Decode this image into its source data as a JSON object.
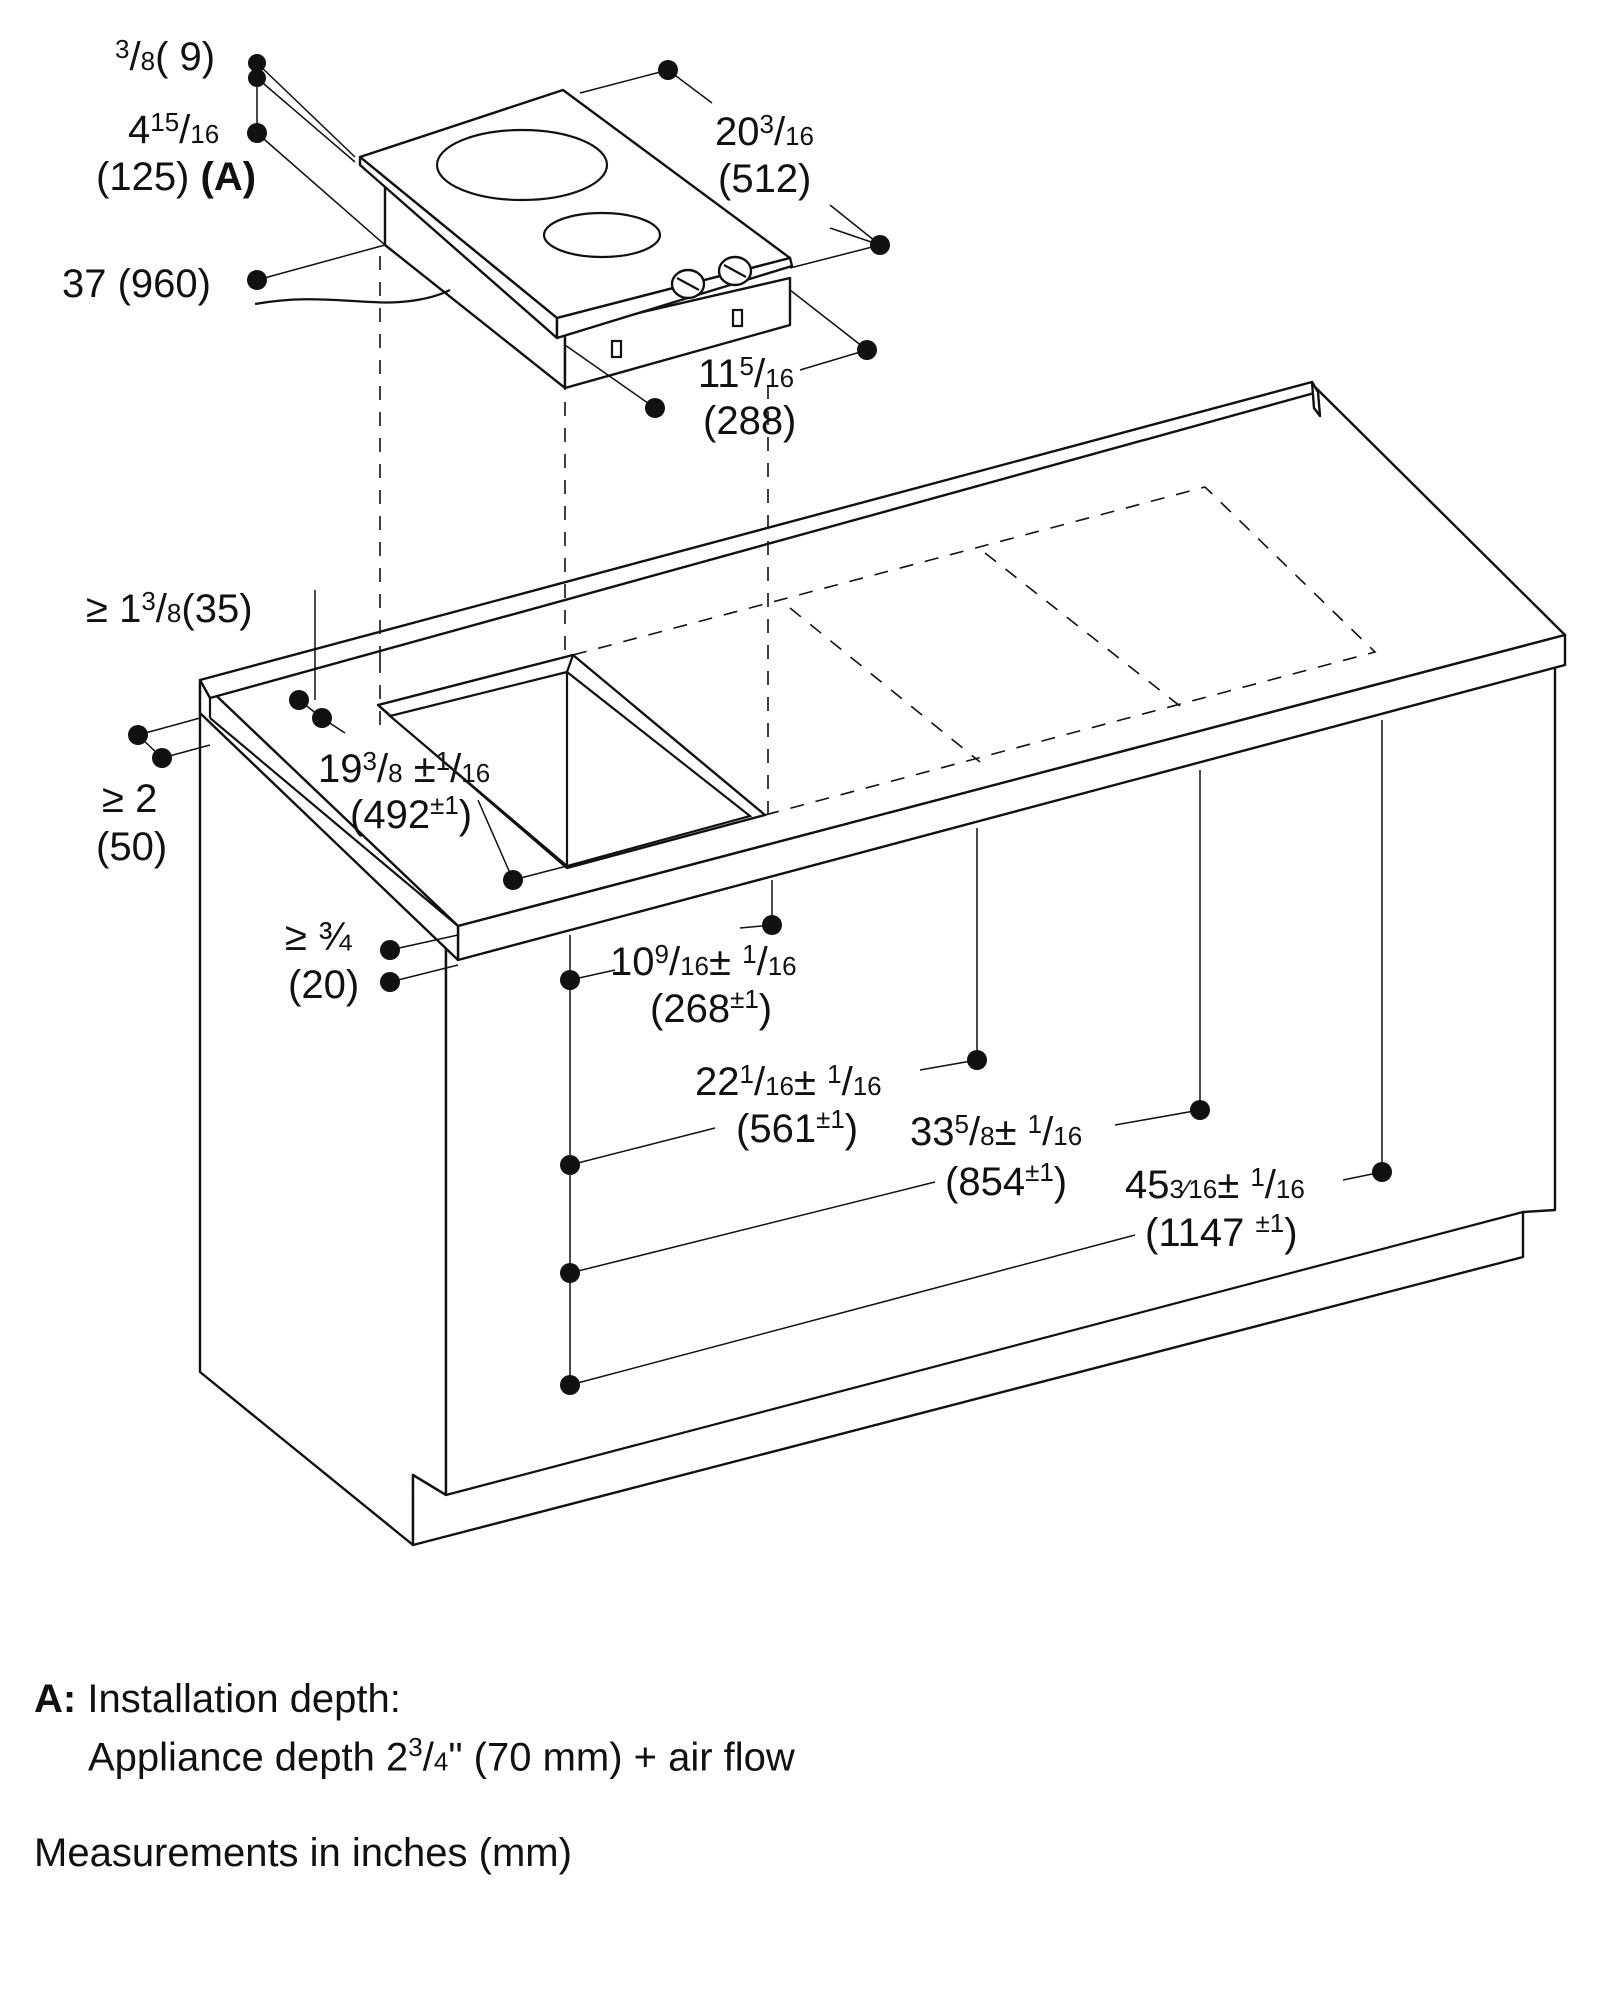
{
  "labels": {
    "d1": {
      "sup": "3",
      "den": "8",
      "mm": "( 9)"
    },
    "d2": {
      "whole": "4",
      "sup": "15",
      "den": "16",
      "mm": "(125)",
      "marker": "(A)"
    },
    "d3": {
      "text": "37 (960)"
    },
    "d4": {
      "whole": "20",
      "sup": "3",
      "den": "16",
      "mm": "(512)"
    },
    "d5": {
      "whole": "11",
      "sup": "5",
      "den": "16",
      "mm": "(288)"
    },
    "d6": {
      "prefix": "≥ 1",
      "sup": "3",
      "den": "8",
      "mm": "(35)"
    },
    "d7": {
      "line1": "≥ 2",
      "line2": "(50)"
    },
    "d8": {
      "whole": "19",
      "sup": "3",
      "den": "8",
      "tol": "±",
      "tolsup": "1",
      "tolden": "16",
      "mm": "(492",
      "mmtol": "±1",
      "close": ")"
    },
    "d9": {
      "line1": "≥ ¾",
      "line2": "(20)"
    },
    "d10": {
      "whole": "10",
      "sup": "9",
      "den": "16",
      "tol": "± ",
      "tolsup": "1",
      "tolden": "16",
      "mm": "(268",
      "mmtol": "±1",
      "close": ")"
    },
    "d11": {
      "whole": "22",
      "sup": "1",
      "den": "16",
      "tol": "± ",
      "tolsup": "1",
      "tolden": "16",
      "mm": "(561",
      "mmtol": "±1",
      "close": ")"
    },
    "d12": {
      "whole": "33",
      "sup": "5",
      "den": "8",
      "tol": "± ",
      "tolsup": "1",
      "tolden": "16",
      "mm": "(854",
      "mmtol": "±1",
      "close": ")"
    },
    "d13": {
      "whole": "45",
      "frac": "3⁄16",
      "tol": "± ",
      "tolsup": "1",
      "tolden": "16",
      "mm": "(1147 ",
      "mmtol": "±1",
      "close": ")"
    }
  },
  "notes": {
    "a_key": "A:",
    "a_title": "Installation depth:",
    "a_line2_pre": "Appliance depth 2",
    "a_line2_sup": "3",
    "a_line2_den": "4",
    "a_line2_post": "\" (70 mm) + air flow",
    "units": "Measurements in inches (mm)"
  }
}
